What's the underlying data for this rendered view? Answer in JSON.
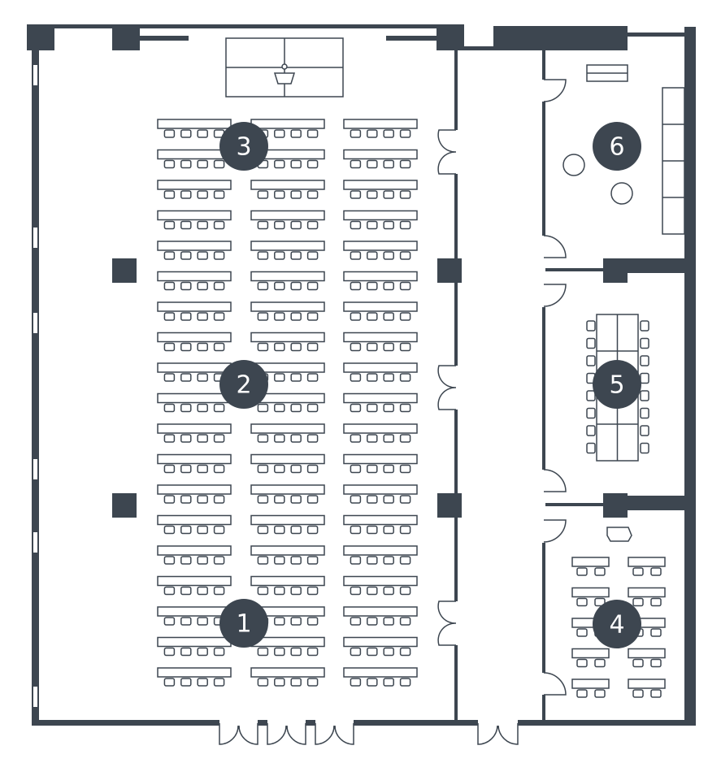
{
  "colors": {
    "wall": "#3d4650",
    "background": "#ffffff",
    "badge_text": "#ffffff"
  },
  "badges": [
    {
      "id": "1",
      "label": "1"
    },
    {
      "id": "2",
      "label": "2"
    },
    {
      "id": "3",
      "label": "3"
    },
    {
      "id": "4",
      "label": "4"
    },
    {
      "id": "5",
      "label": "5"
    },
    {
      "id": "6",
      "label": "6"
    }
  ],
  "rooms": [
    {
      "id": "main-hall",
      "layout": "classroom",
      "desk_rows": 19,
      "desk_columns": 3,
      "chairs_per_desk": 4
    },
    {
      "id": "room-4",
      "layout": "classroom",
      "desk_rows": 5,
      "desk_columns": 2,
      "chairs_per_desk": 2
    },
    {
      "id": "room-5",
      "layout": "boardroom",
      "chairs_per_side": 8
    },
    {
      "id": "room-6",
      "layout": "lounge"
    }
  ]
}
